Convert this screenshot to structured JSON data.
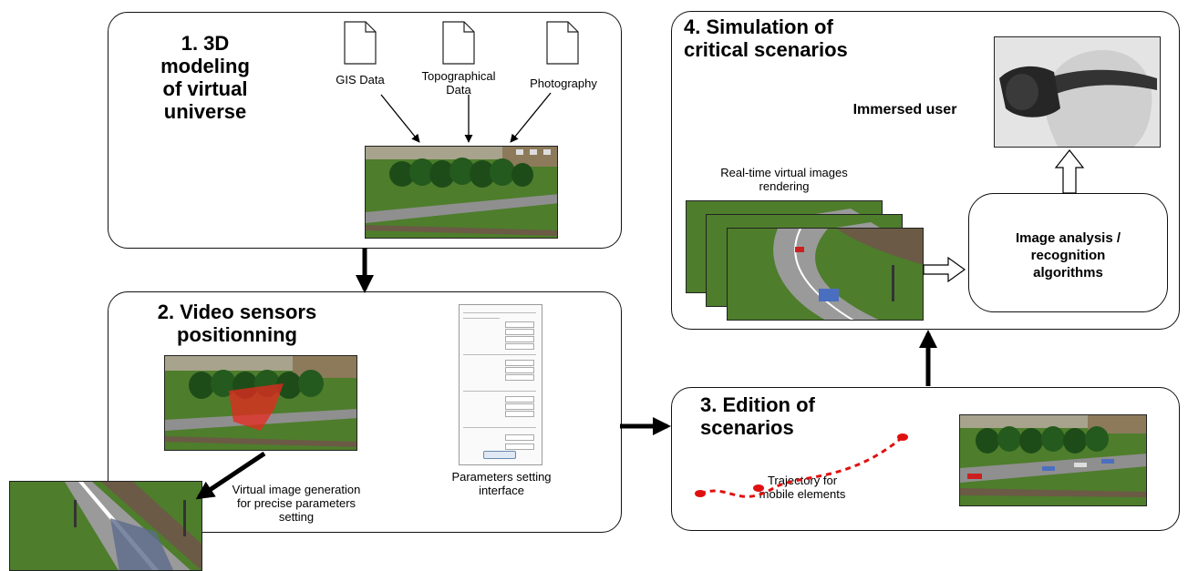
{
  "section1": {
    "title_line1": "1. 3D modeling",
    "title_line2": "of virtual",
    "title_line3": "universe"
  },
  "sources": [
    {
      "label_line1": "GIS Data",
      "label_line2": ""
    },
    {
      "label_line1": "Topographical",
      "label_line2": "Data"
    },
    {
      "label_line1": "Photography",
      "label_line2": ""
    }
  ],
  "section2": {
    "title_line1": "2. Video sensors",
    "title_line2": "positionning",
    "virtual_image_line1": "Virtual image generation",
    "virtual_image_line2": "for precise parameters",
    "virtual_image_line3": "setting",
    "params_line1": "Parameters setting",
    "params_line2": "interface"
  },
  "section3": {
    "title_line1": "3. Edition of",
    "title_line2": "scenarios",
    "trajectory_line1": "Trajectory for",
    "trajectory_line2": "mobile elements"
  },
  "section4": {
    "title_line1": "4. Simulation of",
    "title_line2": "critical scenarios",
    "immersed_user": "Immersed user",
    "rendering_line1": "Real-time virtual images",
    "rendering_line2": "rendering",
    "analysis_line1": "Image analysis /",
    "analysis_line2": "recognition",
    "analysis_line3": "algorithms"
  },
  "icons": [
    "document-icon",
    "right-arrow-icon",
    "down-arrow-icon",
    "up-arrow-icon",
    "hollow-arrow-icon",
    "vr-headset-icon"
  ],
  "colors": {
    "border": "#111111",
    "grass": "#4a7a2a",
    "trees": "#1f4f1a",
    "road": "#8a8a8a",
    "sensor_cone": "#e8281f",
    "trajectory": "#e01010",
    "car_blue": "#4a6fc0",
    "car_red": "#cc1f1f"
  }
}
